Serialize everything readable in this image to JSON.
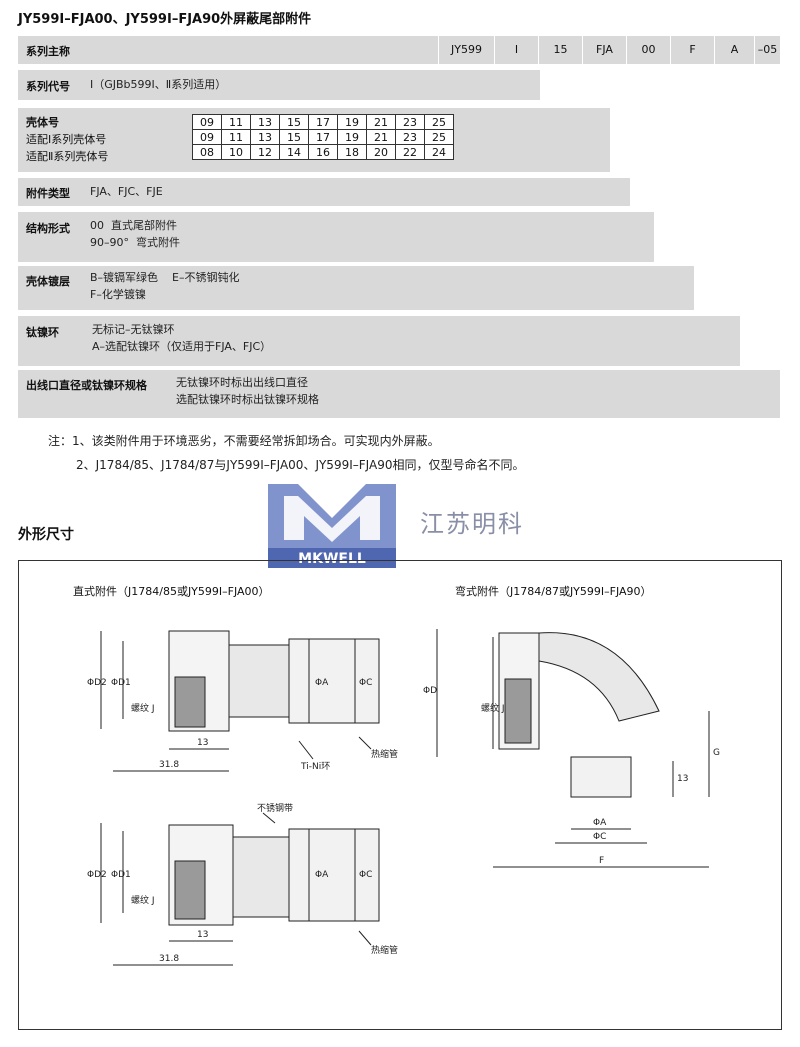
{
  "header": {
    "title": "JY599Ⅰ–FJA00、JY599Ⅰ–FJA90外屏蔽尾部附件"
  },
  "code_row": {
    "label": "系列主称",
    "cells": [
      "JY599",
      "Ⅰ",
      "15",
      "FJA",
      "00",
      "F",
      "A",
      "–05"
    ]
  },
  "series_code": {
    "label": "系列代号",
    "text": "Ⅰ（GJBb599Ⅰ、Ⅱ系列适用）"
  },
  "shell": {
    "rows": [
      {
        "label": "壳体号",
        "values": [
          "09",
          "11",
          "13",
          "15",
          "17",
          "19",
          "21",
          "23",
          "25"
        ]
      },
      {
        "label": "适配Ⅰ系列壳体号",
        "values": [
          "09",
          "11",
          "13",
          "15",
          "17",
          "19",
          "21",
          "23",
          "25"
        ]
      },
      {
        "label": "适配Ⅱ系列壳体号",
        "values": [
          "08",
          "10",
          "12",
          "14",
          "16",
          "18",
          "20",
          "22",
          "24"
        ]
      }
    ]
  },
  "accessory_type": {
    "label": "附件类型",
    "text": "FJA、FJC、FJE"
  },
  "structure": {
    "label": "结构形式",
    "line1": "00  直式尾部附件",
    "line2": "90–90°  弯式附件"
  },
  "plating": {
    "label": "壳体镀层",
    "line1": "B–镀镉军绿色    E–不锈钢钝化",
    "line2": "F–化学镀镍"
  },
  "ring": {
    "label": "钛镍环",
    "line1": "无标记–无钛镍环",
    "line2": "A–选配钛镍环（仅适用于FJA、FJC）"
  },
  "outlet": {
    "label": "出线口直径或钛镍环规格",
    "line1": "无钛镍环时标出出线口直径",
    "line2": "选配钛镍环时标出钛镍环规格"
  },
  "notes": {
    "line1": "注：1、该类附件用于环境恶劣，不需要经常拆卸场合。可实现内外屏蔽。",
    "line2": "2、J1784/85、J1784/87与JY599Ⅰ–FJA00、JY599Ⅰ–FJA90相同，仅型号命名不同。"
  },
  "logo": {
    "mark": "M",
    "brand": "MKWELL",
    "company": "江苏明科"
  },
  "section": {
    "title": "外形尺寸"
  },
  "drawings": {
    "straight_caption": "直式附件（J1784/85或JY599Ⅰ–FJA00）",
    "bend_caption": "弯式附件（J1784/87或JY599Ⅰ–FJA90）",
    "dims": {
      "d2": "ΦD2",
      "d1": "ΦD1",
      "thread": "螺纹 J",
      "a": "ΦA",
      "c": "ΦC",
      "d": "ΦD",
      "g": "G",
      "f": "F",
      "n13": "13",
      "n318": "31.8",
      "tini": "Ti-Ni环",
      "shrink": "热缩管",
      "ss_band": "不锈钢带"
    }
  },
  "colors": {
    "band": "#d9d9d9",
    "logo_blue": "#5a72b8",
    "company": "#8a8fa8"
  }
}
